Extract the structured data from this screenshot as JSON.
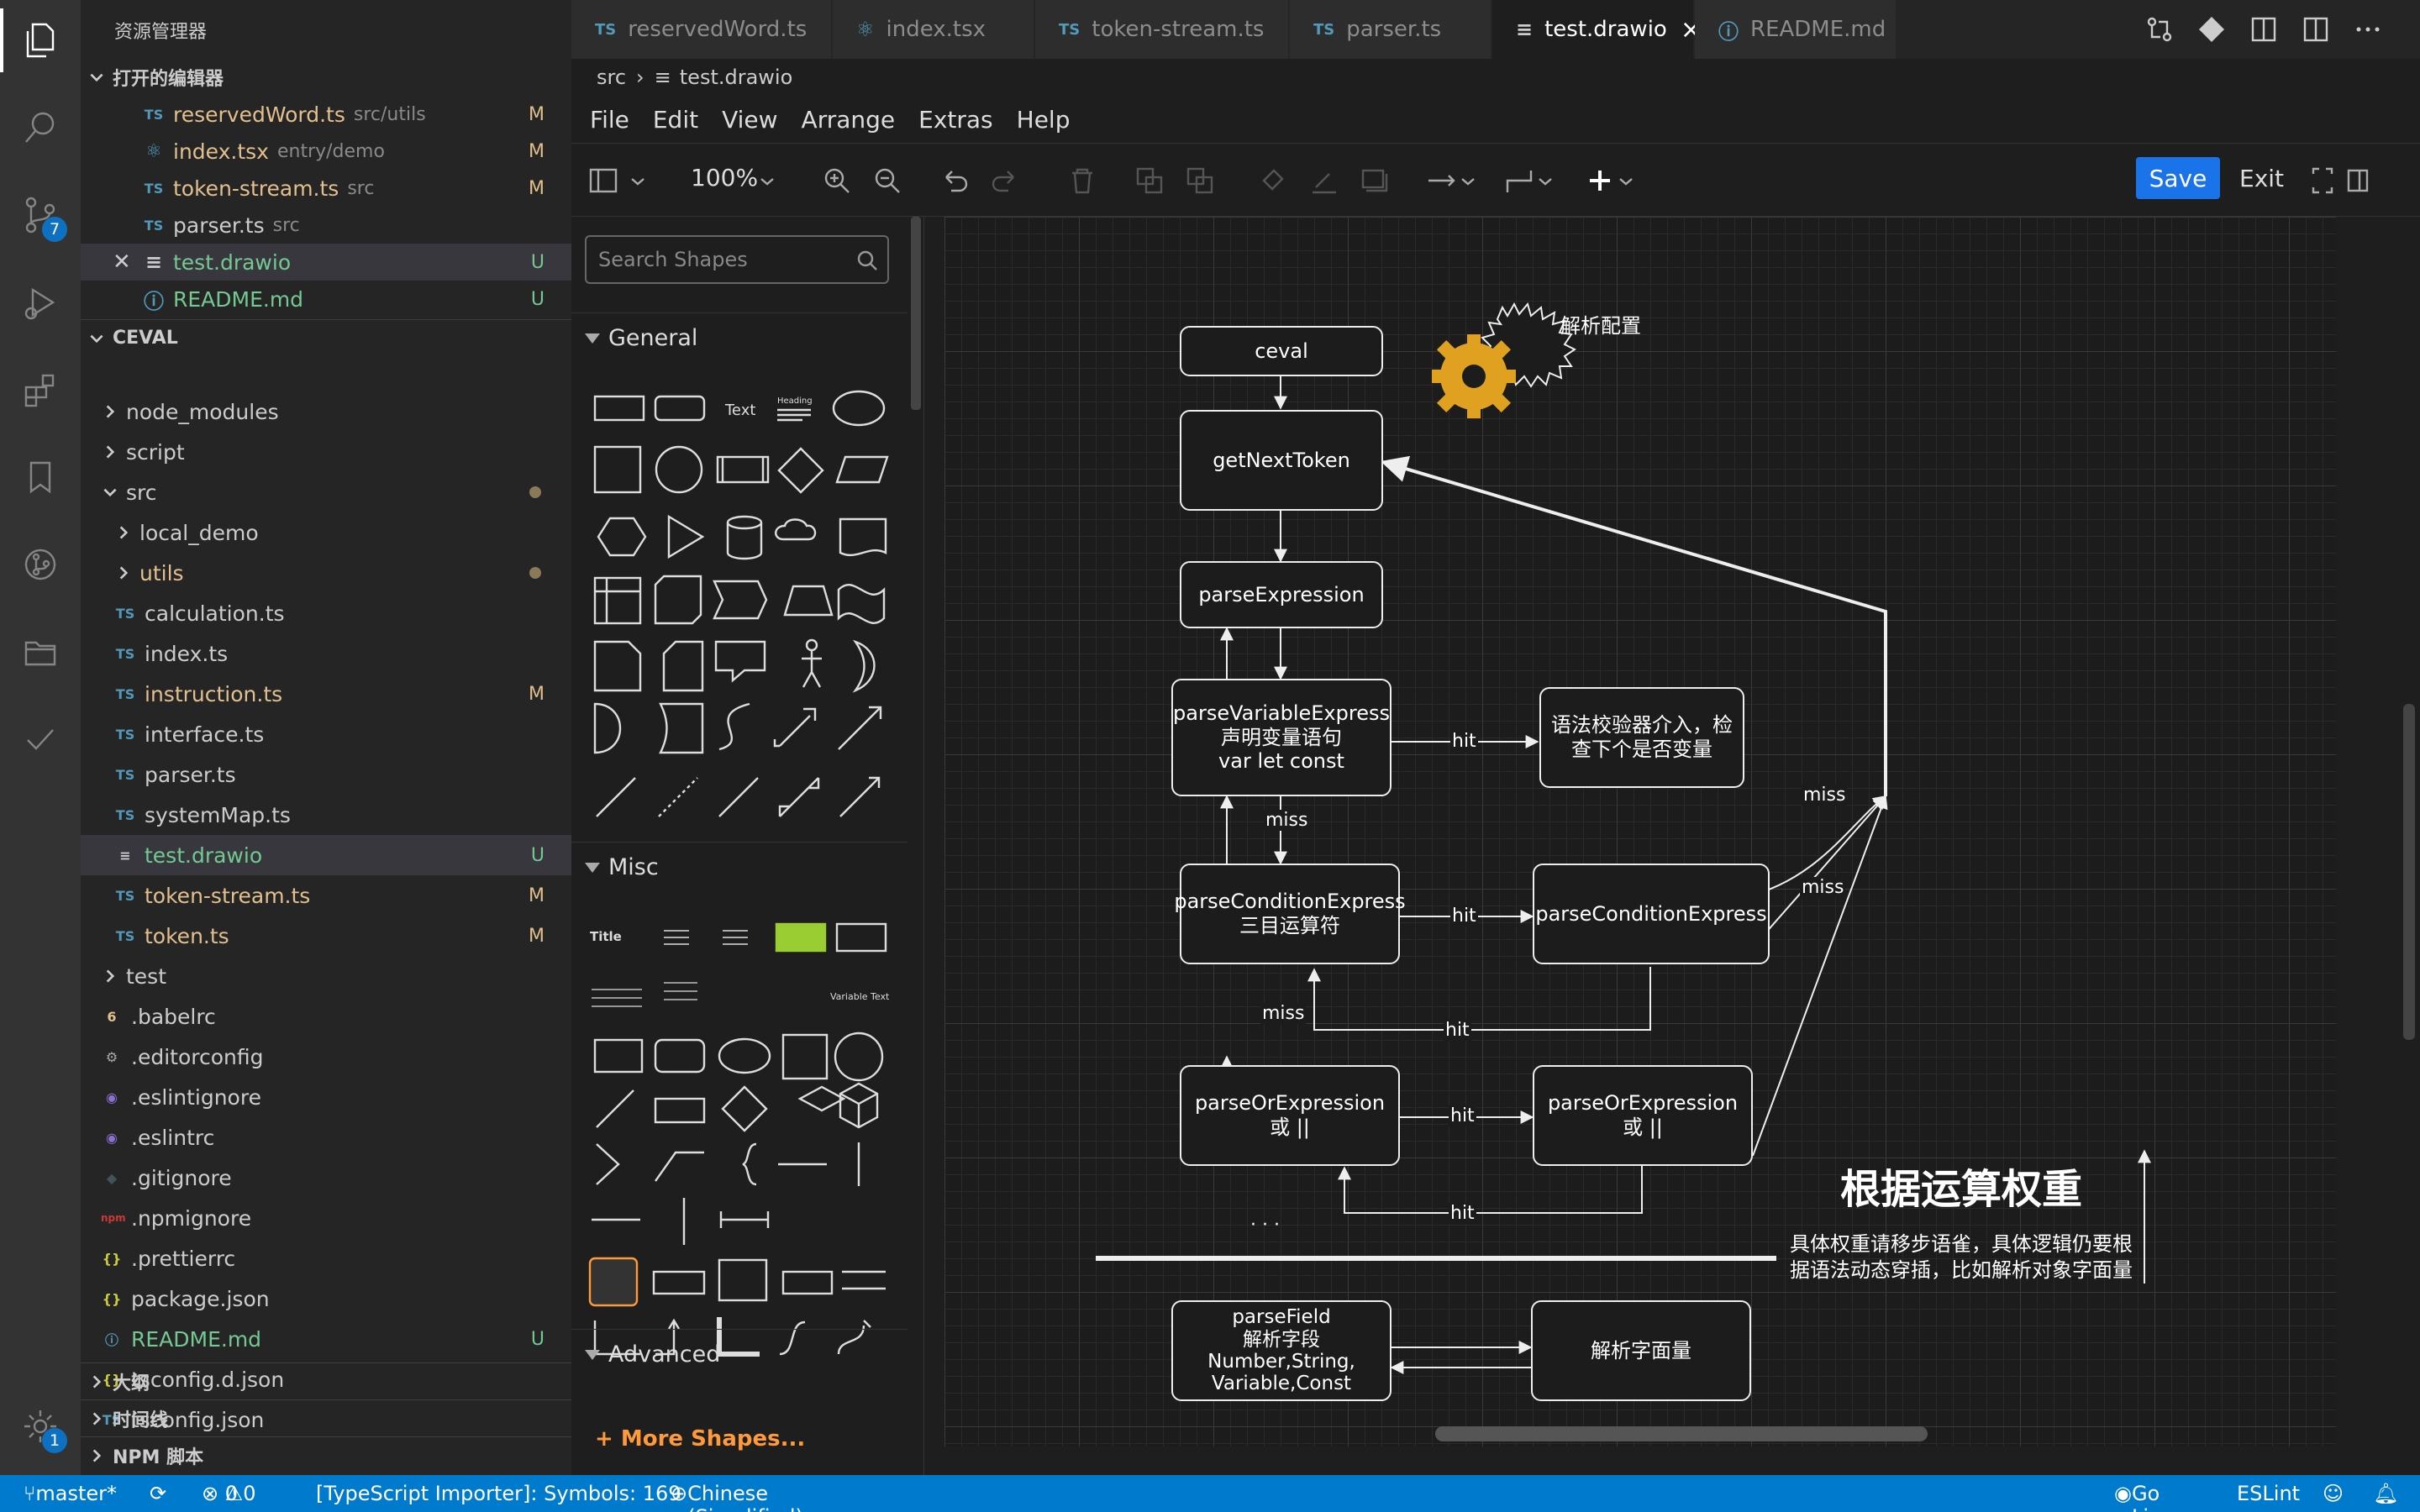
{
  "sidebar": {
    "title": "资源管理器",
    "open_editors_label": "打开的编辑器",
    "open_editors": [
      {
        "name": "reservedWord.ts",
        "path": "src/utils",
        "status": "M",
        "icon": "TS"
      },
      {
        "name": "index.tsx",
        "path": "entry/demo",
        "status": "M",
        "icon": "⚛"
      },
      {
        "name": "token-stream.ts",
        "path": "src",
        "status": "M",
        "icon": "TS"
      },
      {
        "name": "parser.ts",
        "path": "src",
        "status": "",
        "icon": "TS"
      },
      {
        "name": "test.drawio",
        "path": "",
        "status": "U",
        "icon": "≡"
      },
      {
        "name": "README.md",
        "path": "",
        "status": "U",
        "icon": "ⓘ"
      }
    ],
    "project_label": "CEVAL",
    "tree": [
      {
        "name": "node_modules"
      },
      {
        "name": "script"
      },
      {
        "name": "src"
      },
      {
        "name": "local_demo"
      },
      {
        "name": "utils"
      },
      {
        "name": "calculation.ts",
        "icon": "TS"
      },
      {
        "name": "index.ts",
        "icon": "TS"
      },
      {
        "name": "instruction.ts",
        "icon": "TS",
        "status": "M"
      },
      {
        "name": "interface.ts",
        "icon": "TS"
      },
      {
        "name": "parser.ts",
        "icon": "TS"
      },
      {
        "name": "systemMap.ts",
        "icon": "TS"
      },
      {
        "name": "test.drawio",
        "icon": "≡",
        "status": "U"
      },
      {
        "name": "token-stream.ts",
        "icon": "TS",
        "status": "M"
      },
      {
        "name": "token.ts",
        "icon": "TS",
        "status": "M"
      },
      {
        "name": "test"
      },
      {
        "name": ".babelrc",
        "icon": "6"
      },
      {
        "name": ".editorconfig",
        "icon": "⚙"
      },
      {
        "name": ".eslintignore",
        "icon": "◉"
      },
      {
        "name": ".eslintrc",
        "icon": "◉"
      },
      {
        "name": ".gitignore",
        "icon": "◆"
      },
      {
        "name": ".npmignore",
        "icon": "npm"
      },
      {
        "name": ".prettierrc",
        "icon": "{}"
      },
      {
        "name": "package.json",
        "icon": "{}"
      },
      {
        "name": "README.md",
        "icon": "ⓘ",
        "status": "U"
      },
      {
        "name": "tsconfig.d.json",
        "icon": "{}"
      },
      {
        "name": "tsconfig.json",
        "icon": "TS"
      }
    ],
    "outline_label": "大纲",
    "timeline_label": "时间线",
    "npm_label": "NPM 脚本"
  },
  "activity": {
    "scm_badge": "7",
    "settings_badge": "1"
  },
  "tabs": [
    {
      "label": "reservedWord.ts",
      "icon": "TS"
    },
    {
      "label": "index.tsx",
      "icon": "⚛"
    },
    {
      "label": "token-stream.ts",
      "icon": "TS"
    },
    {
      "label": "parser.ts",
      "icon": "TS"
    },
    {
      "label": "test.drawio",
      "icon": "≡",
      "close": "×"
    },
    {
      "label": "README.md",
      "icon": "ⓘ"
    }
  ],
  "breadcrumb": {
    "folder": "src",
    "file": "test.drawio"
  },
  "drawio": {
    "menu": [
      "File",
      "Edit",
      "View",
      "Arrange",
      "Extras",
      "Help"
    ],
    "zoom": "100%",
    "save_label": "Save",
    "exit_label": "Exit",
    "search_placeholder": "Search Shapes",
    "groups": {
      "general": "General",
      "misc": "Misc",
      "advanced": "Advanced"
    },
    "more_shapes": "+ More Shapes...",
    "palette_text": {
      "text": "Text",
      "heading": "Heading",
      "title": "Title",
      "variable": "Variable Text"
    }
  },
  "diagram": {
    "nodes": {
      "ceval": "ceval",
      "getNextToken": "getNextToken",
      "parseExpression": "parseExpression",
      "parseVariable": [
        "parseVariableExpress",
        "声明变量语句",
        "var let const"
      ],
      "checker": [
        "语法校验器介入，检",
        "查下个是否变量"
      ],
      "parseCond": [
        "parseConditionExpress",
        "三目运算符"
      ],
      "parseCond2": "parseConditionExpress",
      "parseOr": [
        "parseOrExpression",
        "或 ||"
      ],
      "parseOr2": [
        "parseOrExpression",
        "或 ||"
      ],
      "parseField": [
        "parseField",
        "解析字段",
        "Number,String,",
        "Variable,Const"
      ],
      "literal": "解析字面量",
      "cloud": "解析配置"
    },
    "labels": {
      "hit": "hit",
      "miss": "miss",
      "ellipsis": "· · ·"
    },
    "weight_title": "根据运算权重",
    "weight_desc": [
      "具体权重请移步语雀，具体逻辑仍要根",
      "据语法动态穿插，比如解析对象字面量"
    ]
  },
  "statusbar": {
    "branch": "master*",
    "errors": "0",
    "warnings": "0",
    "importer": "[TypeScript Importer]: Symbols: 169",
    "language": "Chinese (Simplified)",
    "golive": "Go Live",
    "eslint": "ESLint"
  },
  "colors": {
    "accent": "#007acc",
    "save": "#1a73e8",
    "modified": "#e2c08d",
    "untracked": "#73c991"
  }
}
